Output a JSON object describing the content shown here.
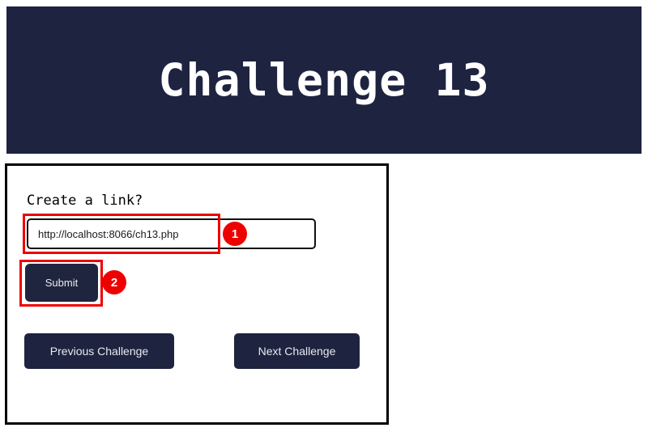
{
  "header": {
    "title": "Challenge 13",
    "background_color": "#1e2340"
  },
  "card": {
    "form_label": "Create a link?",
    "url_input": {
      "value": "http://localhost:8066/ch13.php",
      "placeholder": ""
    },
    "submit_label": "Submit",
    "nav": {
      "previous_label": "Previous Challenge",
      "next_label": "Next Challenge"
    }
  },
  "annotations": {
    "accent_color": "#ee0000",
    "markers": [
      {
        "number": "1",
        "target": "url-input"
      },
      {
        "number": "2",
        "target": "submit-button"
      }
    ]
  }
}
